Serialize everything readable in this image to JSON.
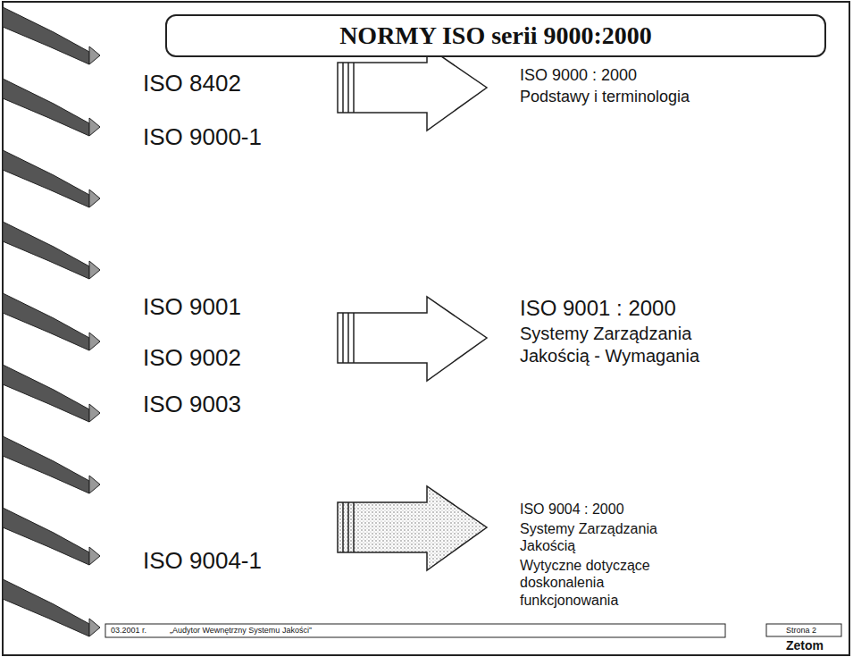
{
  "diagram": {
    "title": "NORMY ISO serii 9000:2000",
    "labels": [
      "ISO 8402",
      "ISO 9000-1",
      "ISO 9000 : 2000",
      "Podstawy i terminologia",
      "ISO 9001",
      "ISO 9002",
      "ISO 9003",
      "ISO 9001 : 2000",
      "Systemy Zarządzania Jakością - Wymagania",
      "ISO 9004-1",
      "ISO 9004 : 2000",
      "Systemy Zarządzania Jakością",
      "Wytyczne dotyczące doskonalenia funkcjonowania",
      "03.2001 r.",
      "„Audytor Wewnętrzny Systemu Jakości”",
      "Strona 2",
      "Zetom"
    ]
  }
}
